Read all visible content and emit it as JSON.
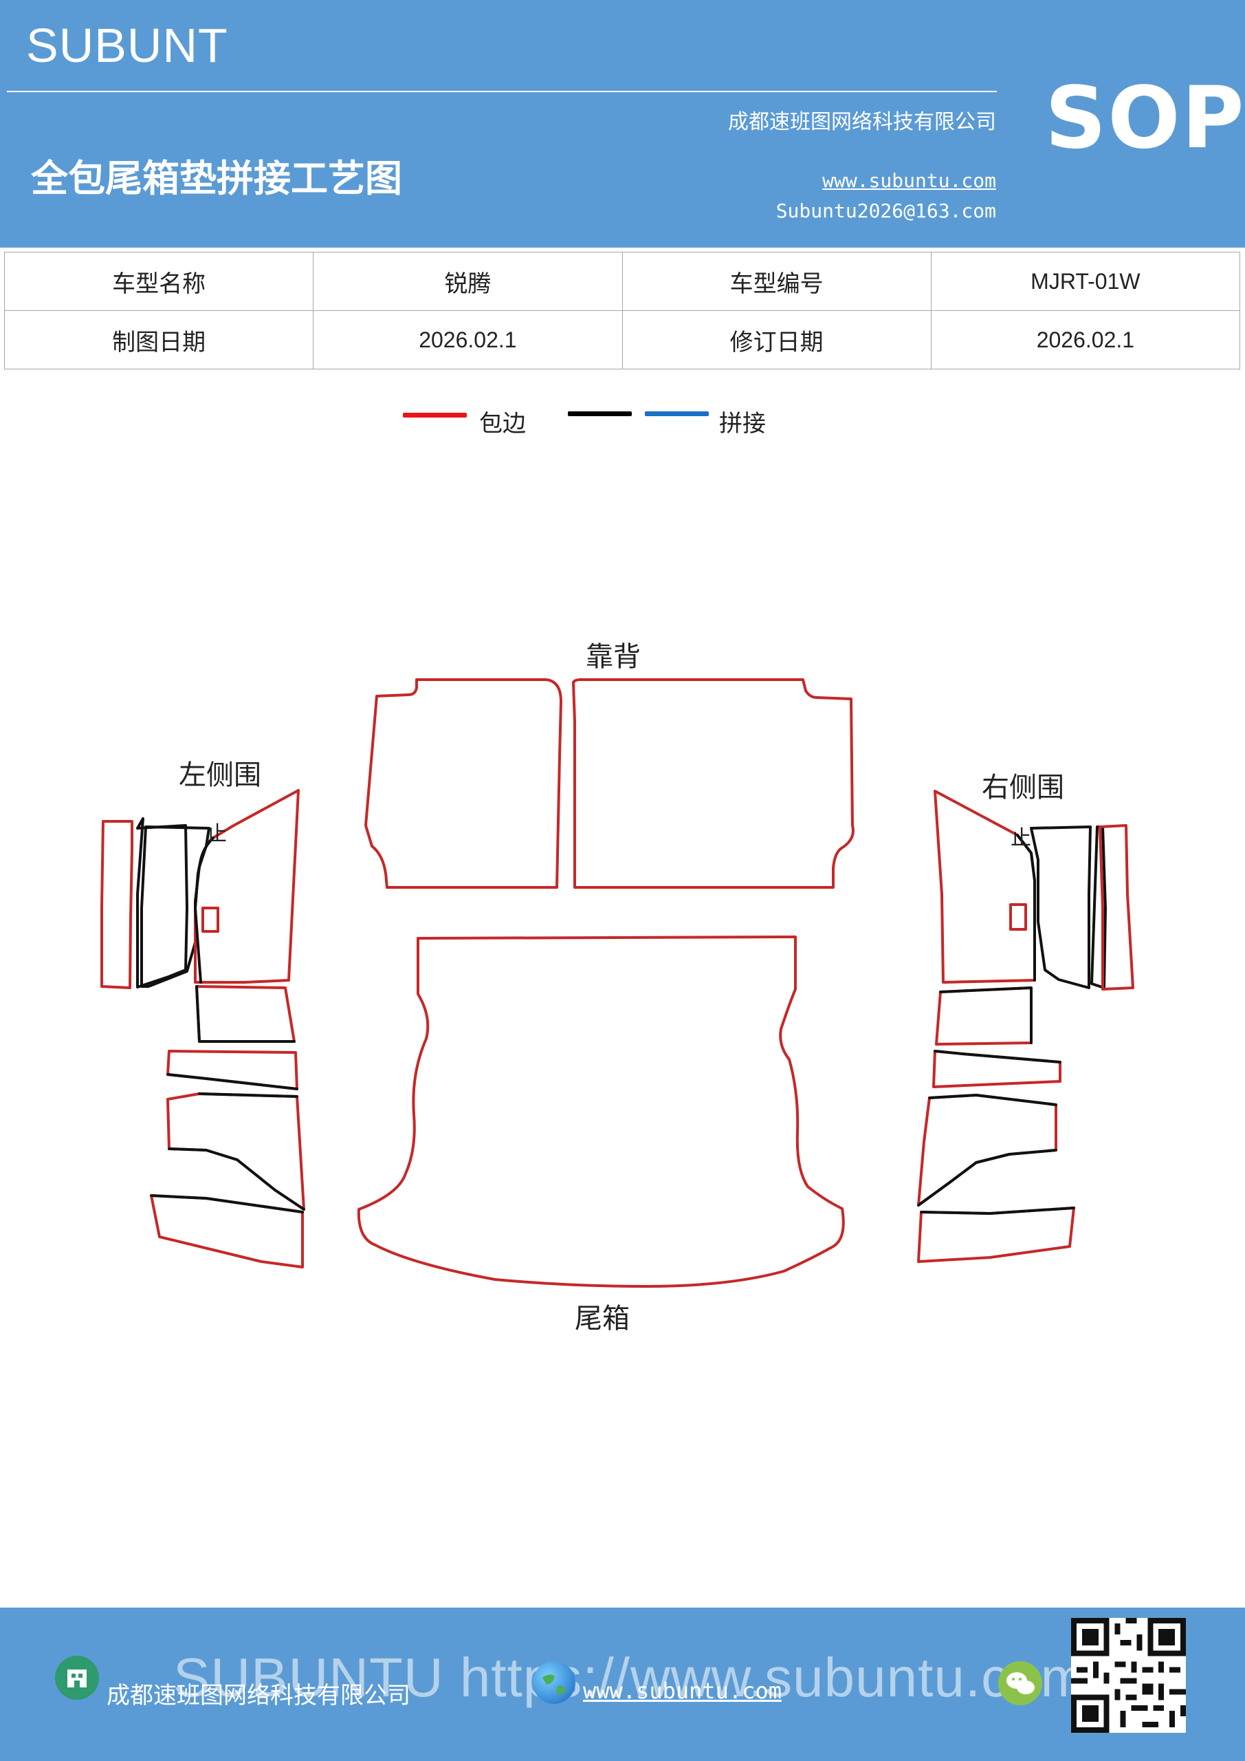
{
  "header": {
    "brand": "SUBUNT",
    "title": "全包尾箱垫拼接工艺图",
    "company": "成都速班图网络科技有限公司",
    "website": "www.subuntu.com",
    "email": "Subuntu2026@163.com",
    "badge": "SOP"
  },
  "info": {
    "model_name_label": "车型名称",
    "model_name_value": "锐腾",
    "model_code_label": "车型编号",
    "model_code_value": "MJRT-01W",
    "draw_date_label": "制图日期",
    "draw_date_value": "2026.02.1",
    "revise_date_label": "修订日期",
    "revise_date_value": "2026.02.1"
  },
  "legend": {
    "items": [
      {
        "label": "包边",
        "color": "#e8141c"
      },
      {
        "label": "",
        "color": "#000000"
      },
      {
        "label": "拼接",
        "color": "#1a6fc6"
      }
    ]
  },
  "diagram": {
    "label_back": "靠背",
    "label_left": "左侧围",
    "label_right": "右侧围",
    "label_trunk": "尾箱",
    "label_small_left": "止",
    "label_small_right": "止",
    "colors": {
      "edge": "#c62828",
      "seam": "#111111"
    }
  },
  "footer": {
    "watermark": "SUBUNTU https://www.subuntu.com",
    "company": "成都速班图网络科技有限公司",
    "website": "www.subuntu.com"
  }
}
